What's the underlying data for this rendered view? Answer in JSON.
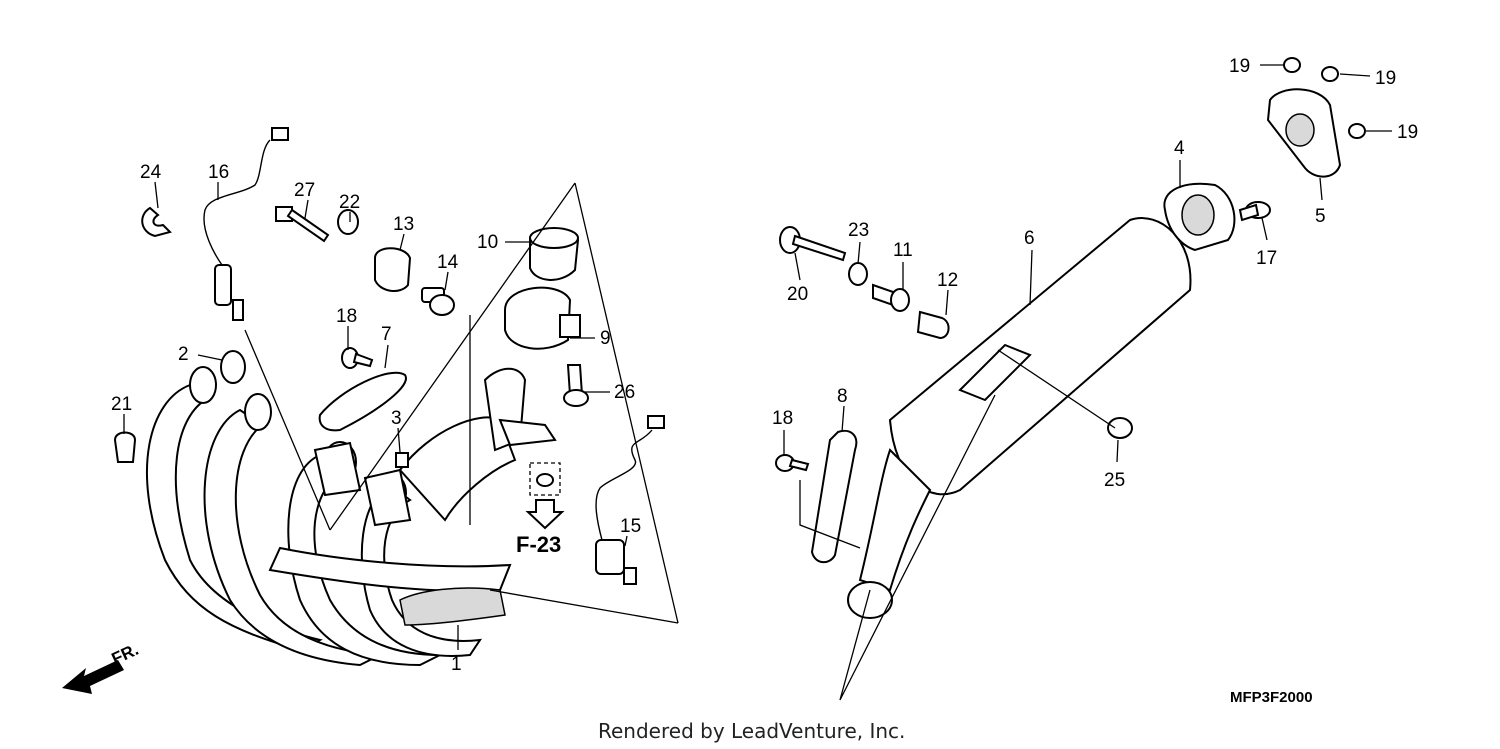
{
  "diagram": {
    "callouts": [
      {
        "id": "24",
        "label": "24"
      },
      {
        "id": "16",
        "label": "16"
      },
      {
        "id": "27",
        "label": "27"
      },
      {
        "id": "22",
        "label": "22"
      },
      {
        "id": "13",
        "label": "13"
      },
      {
        "id": "14",
        "label": "14"
      },
      {
        "id": "10",
        "label": "10"
      },
      {
        "id": "9",
        "label": "9"
      },
      {
        "id": "26",
        "label": "26"
      },
      {
        "id": "18a",
        "label": "18"
      },
      {
        "id": "7",
        "label": "7"
      },
      {
        "id": "2",
        "label": "2"
      },
      {
        "id": "21",
        "label": "21"
      },
      {
        "id": "3",
        "label": "3"
      },
      {
        "id": "15",
        "label": "15"
      },
      {
        "id": "1",
        "label": "1"
      },
      {
        "id": "20",
        "label": "20"
      },
      {
        "id": "23",
        "label": "23"
      },
      {
        "id": "11",
        "label": "11"
      },
      {
        "id": "12",
        "label": "12"
      },
      {
        "id": "6",
        "label": "6"
      },
      {
        "id": "4",
        "label": "4"
      },
      {
        "id": "17",
        "label": "17"
      },
      {
        "id": "5",
        "label": "5"
      },
      {
        "id": "19a",
        "label": "19"
      },
      {
        "id": "19b",
        "label": "19"
      },
      {
        "id": "19c",
        "label": "19"
      },
      {
        "id": "18b",
        "label": "18"
      },
      {
        "id": "8",
        "label": "8"
      },
      {
        "id": "25",
        "label": "25"
      }
    ],
    "reference": "F-23",
    "front_marker": "FR.",
    "drawing_code": "MFP3F2000",
    "credit": "Rendered by LeadVenture, Inc."
  }
}
